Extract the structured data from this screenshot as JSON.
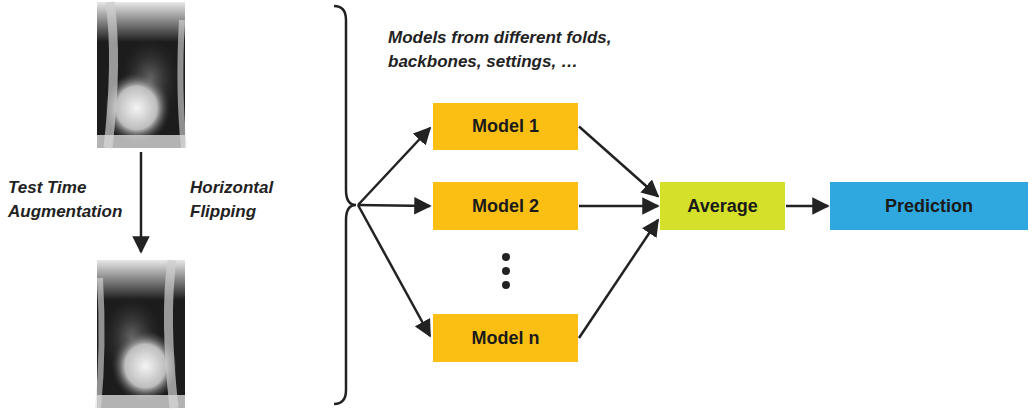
{
  "diagram": {
    "nodes": [
      {
        "text": [
          "Model 1"
        ]
      },
      {
        "text": [
          "Model 2"
        ]
      },
      {
        "text": [
          "Model n"
        ]
      },
      {
        "text": [
          "Average"
        ]
      },
      {
        "text": [
          "Prediction"
        ]
      }
    ],
    "edges": [
      {
        "from": 0,
        "to": 3,
        "arrow": "to"
      },
      {
        "from": 1,
        "to": 3,
        "arrow": "to"
      },
      {
        "from": 2,
        "to": 3,
        "arrow": "to"
      },
      {
        "from": 3,
        "to": 4,
        "arrow": "to"
      }
    ],
    "labels": [
      "Test Time Augmentation",
      "Horizontal Flipping",
      "Models from different folds, backbones, settings, …"
    ]
  }
}
